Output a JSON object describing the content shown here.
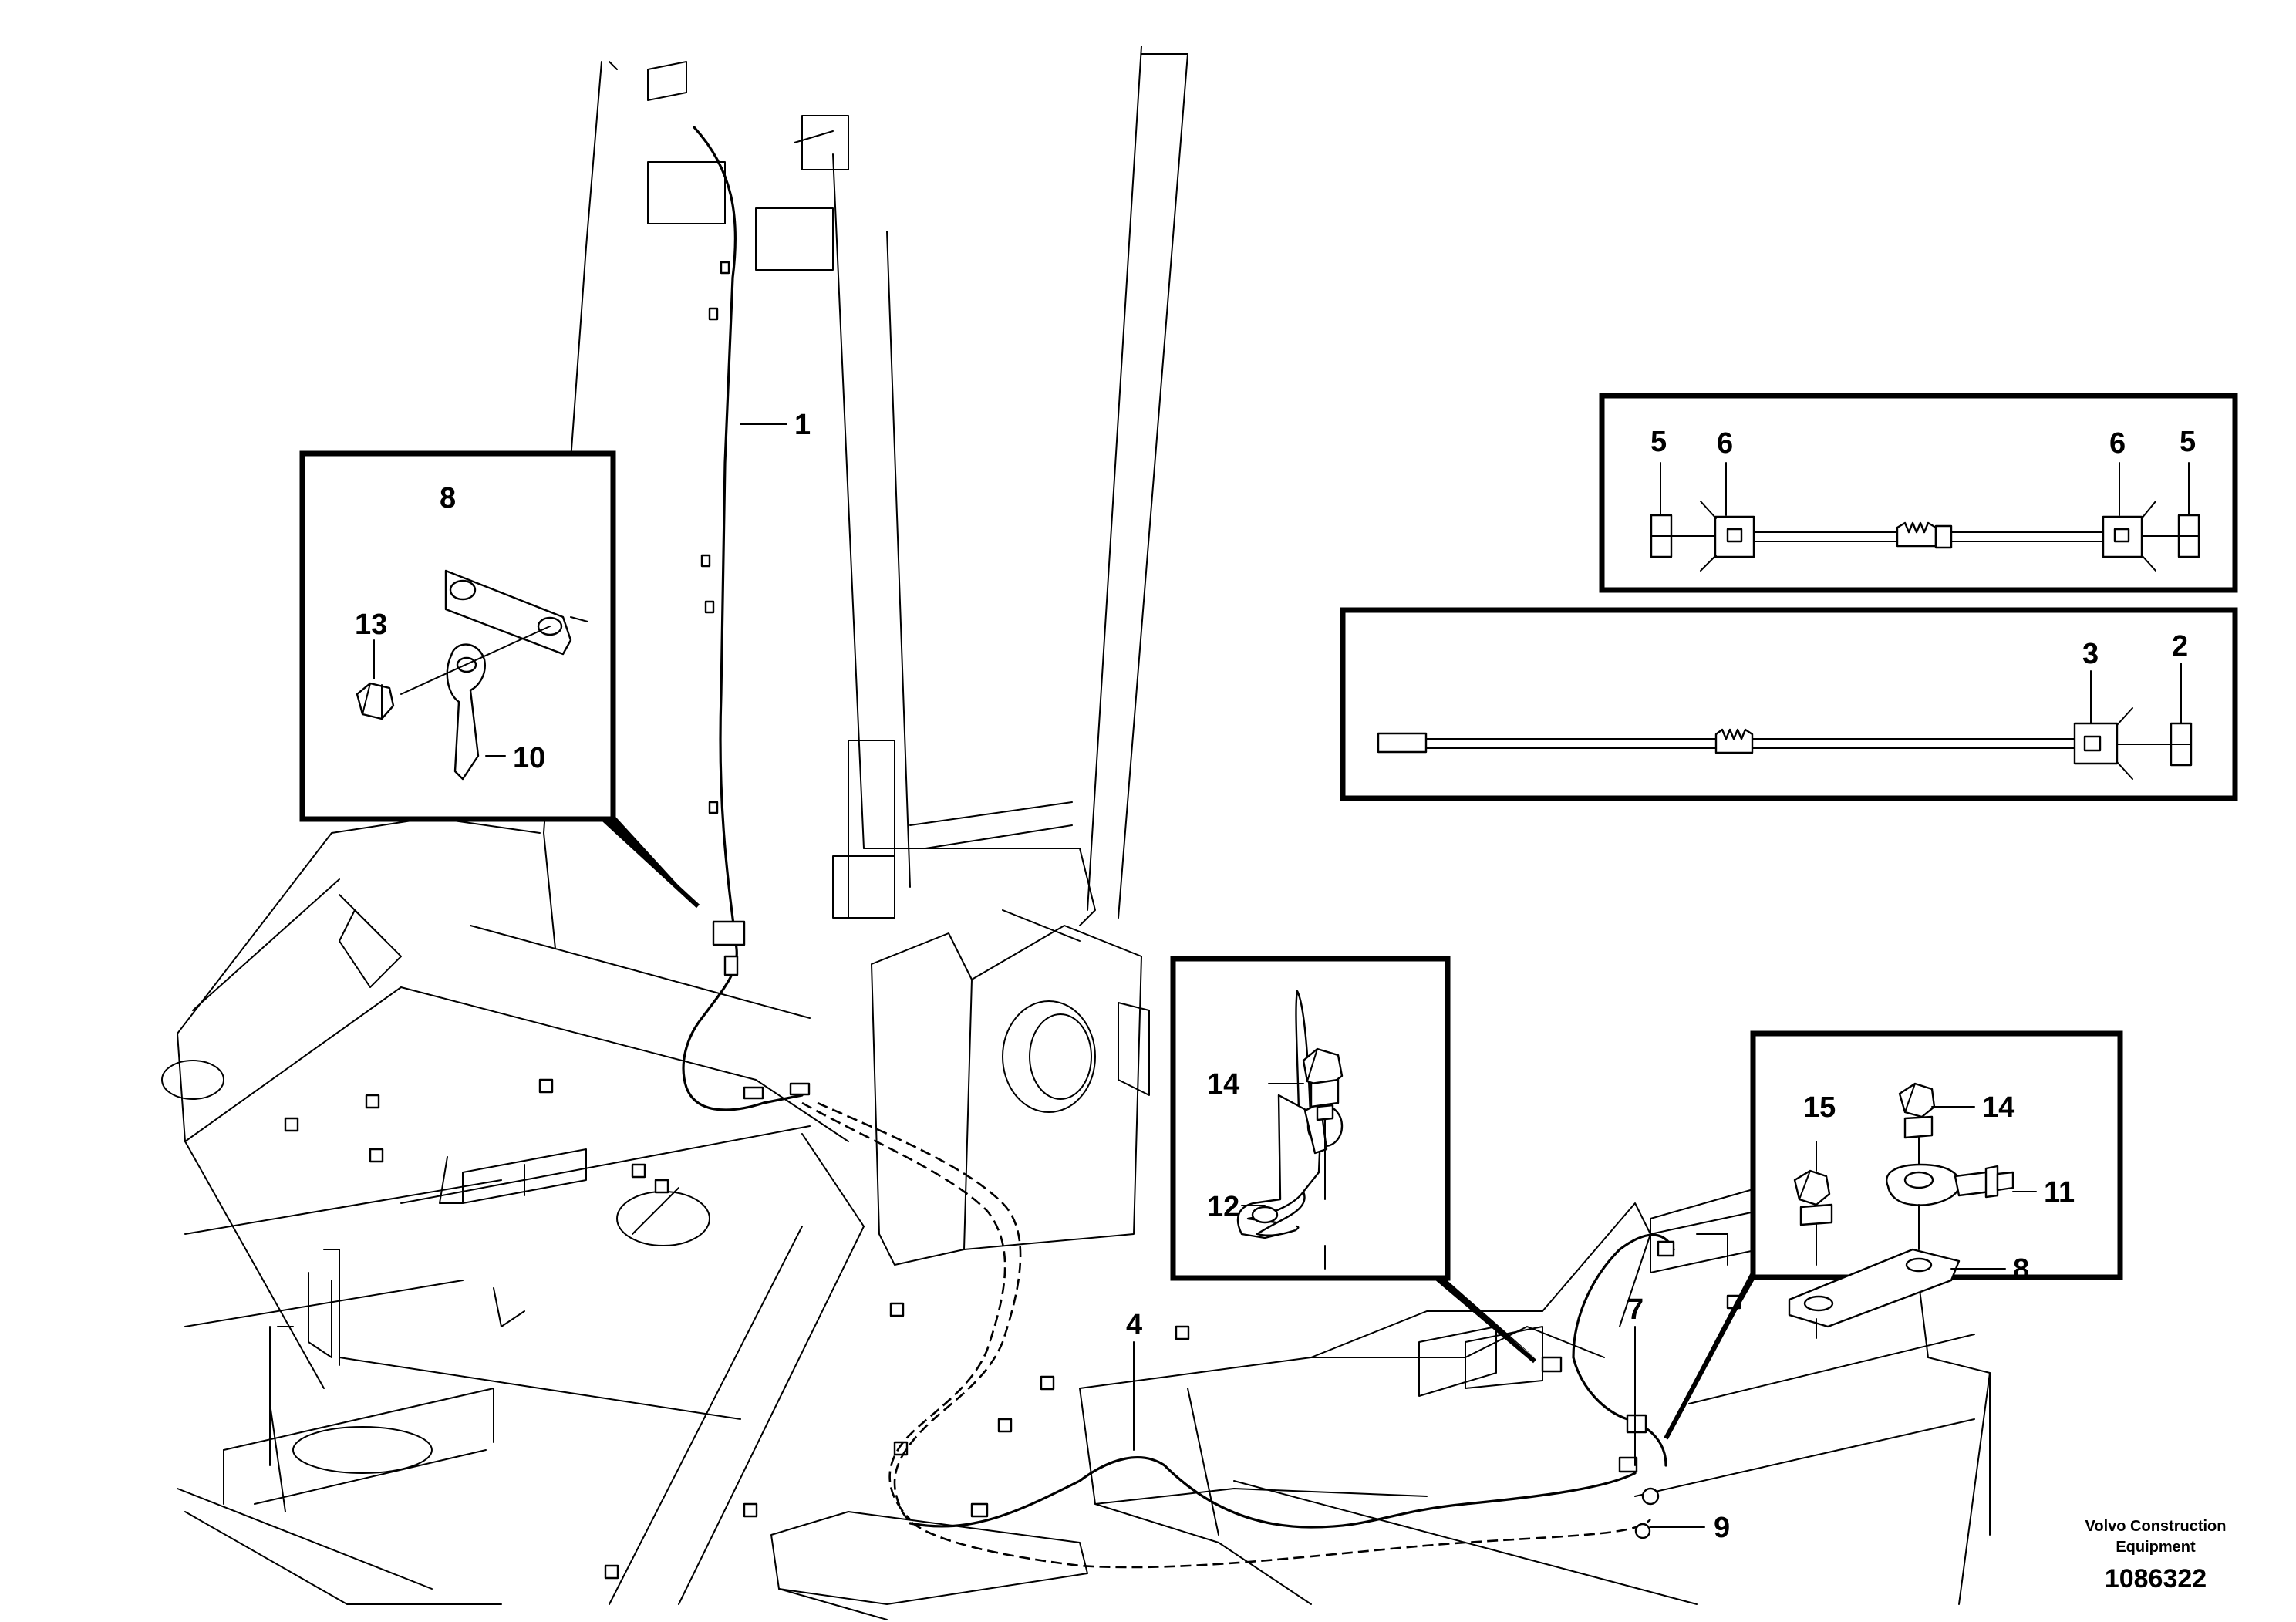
{
  "callouts": {
    "c1": "1",
    "c2": "2",
    "c3": "3",
    "c4": "4",
    "c5a": "5",
    "c5b": "5",
    "c6a": "6",
    "c6b": "6",
    "c7": "7",
    "c8a": "8",
    "c8b": "8",
    "c9": "9",
    "c10": "10",
    "c11": "11",
    "c12": "12",
    "c13": "13",
    "c14a": "14",
    "c14b": "14",
    "c15": "15"
  },
  "footer": {
    "publisher_line1": "Volvo Construction",
    "publisher_line2": "Equipment",
    "drawing_number": "1086322"
  }
}
